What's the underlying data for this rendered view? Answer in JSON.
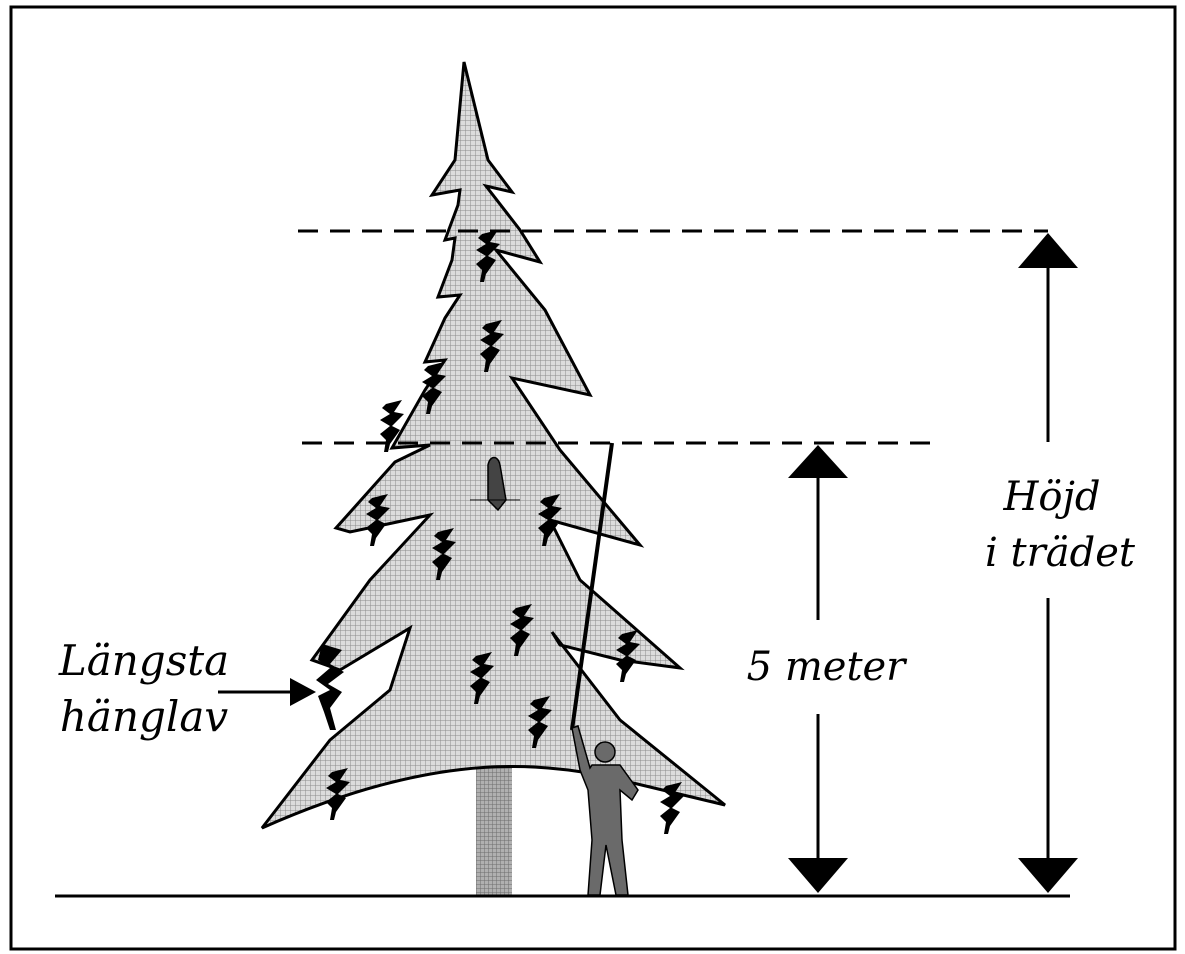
{
  "labels": {
    "longest_lichen_line1": "Längsta",
    "longest_lichen_line2": "hänglav",
    "five_meter": "5 meter",
    "height_line1": "Höjd",
    "height_line2": "i trädet"
  },
  "icons": {
    "tree": "spruce-tree-icon",
    "lichen": "hanging-lichen-icon",
    "person": "person-with-pole-icon",
    "bird": "bird-icon"
  },
  "colors": {
    "ink": "#000000",
    "tree_fill": "#cfcfcf",
    "trunk_fill": "#9a9a9a",
    "person_fill": "#666666"
  }
}
